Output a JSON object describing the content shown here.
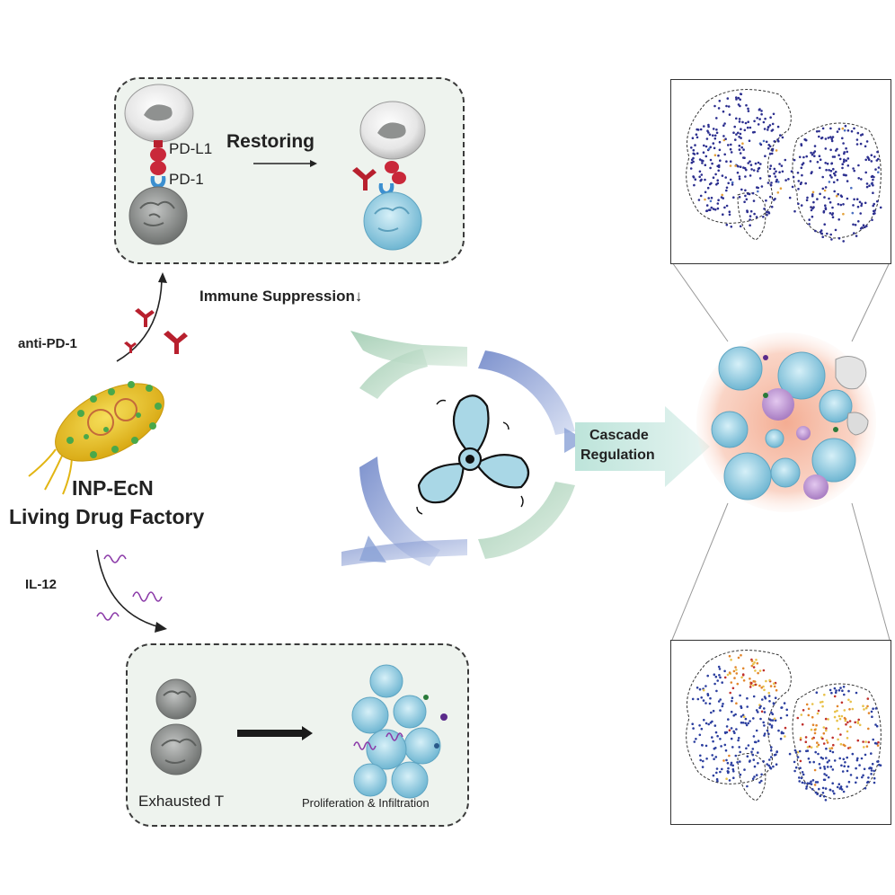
{
  "top_panel": {
    "pd_l1": "PD-L1",
    "pd_1": "PD-1",
    "restoring": "Restoring"
  },
  "immune_suppression": "Immune Suppression↓",
  "anti_pd1": "anti-PD-1",
  "bacterium_title_1": "INP-EcN",
  "bacterium_title_2": "Living Drug Factory",
  "il12": "IL-12",
  "cascade_1": "Cascade",
  "cascade_2": "Regulation",
  "bottom_panel": {
    "exhausted": "Exhausted T",
    "proliferation": "Proliferation & Infiltration"
  },
  "colors": {
    "panel_bg": "#eef3ee",
    "antibody_red": "#b8202e",
    "receptor_blue": "#3b8fd0",
    "tcell_blue": "#9fd3e8",
    "tcell_gray": "#8a8d8c",
    "arrow_green": "#b9d8c2",
    "arrow_blue": "#8aa1d6",
    "bacteria_yellow": "#e9c21a",
    "il12_purple": "#8b3aa8",
    "tumor_glow": "#f3a48a"
  }
}
